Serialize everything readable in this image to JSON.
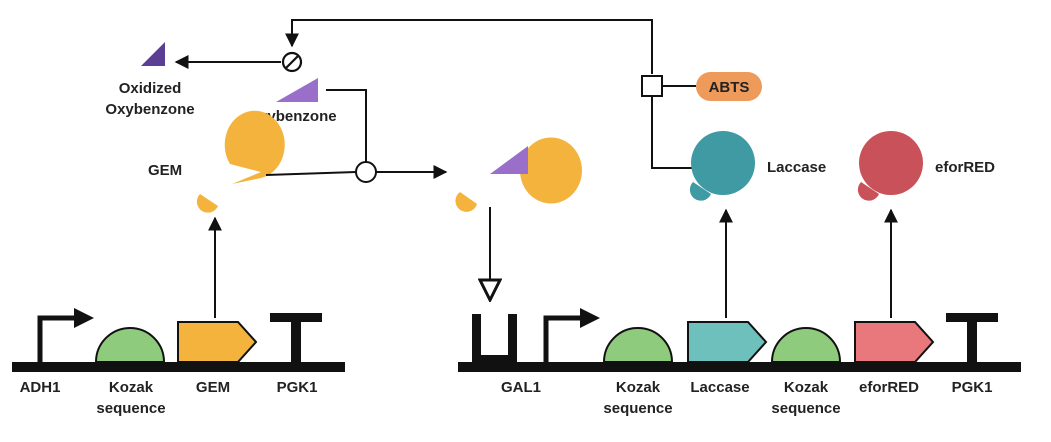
{
  "colors": {
    "gem": "#f3b33d",
    "oxybenzone": "#9a6fc9",
    "oxidized": "#5b3f94",
    "laccase": "#3f9aa3",
    "eforred": "#c9515a",
    "abts": "#ee9a5b",
    "kozak": "#8fcb7d",
    "laccase_cds": "#6dc0bb",
    "eforred_cds": "#e9787c",
    "gem_cds": "#f3b33d",
    "line": "#111111"
  },
  "labels": {
    "oxidized": "Oxidized",
    "oxybenzone_product": "Oxybenzone",
    "oxybenzone": "Oxybenzone",
    "gem_protein": "GEM",
    "laccase_protein": "Laccase",
    "eforred_protein": "eforRED",
    "abts": "ABTS"
  },
  "construct_left": {
    "adh1": "ADH1",
    "kozak_1": "Kozak",
    "kozak_2": "sequence",
    "gem": "GEM",
    "pgk1": "PGK1"
  },
  "construct_right": {
    "gal1": "GAL1",
    "kozak_a1": "Kozak",
    "kozak_a2": "sequence",
    "laccase": "Laccase",
    "kozak_b1": "Kozak",
    "kozak_b2": "sequence",
    "eforred": "eforRED",
    "pgk1": "PGK1"
  },
  "icons": [
    "inhibit-icon",
    "binding-node-icon",
    "catalysis-node-icon",
    "promoter-arrow-icon",
    "terminator-icon",
    "operator-icon"
  ]
}
